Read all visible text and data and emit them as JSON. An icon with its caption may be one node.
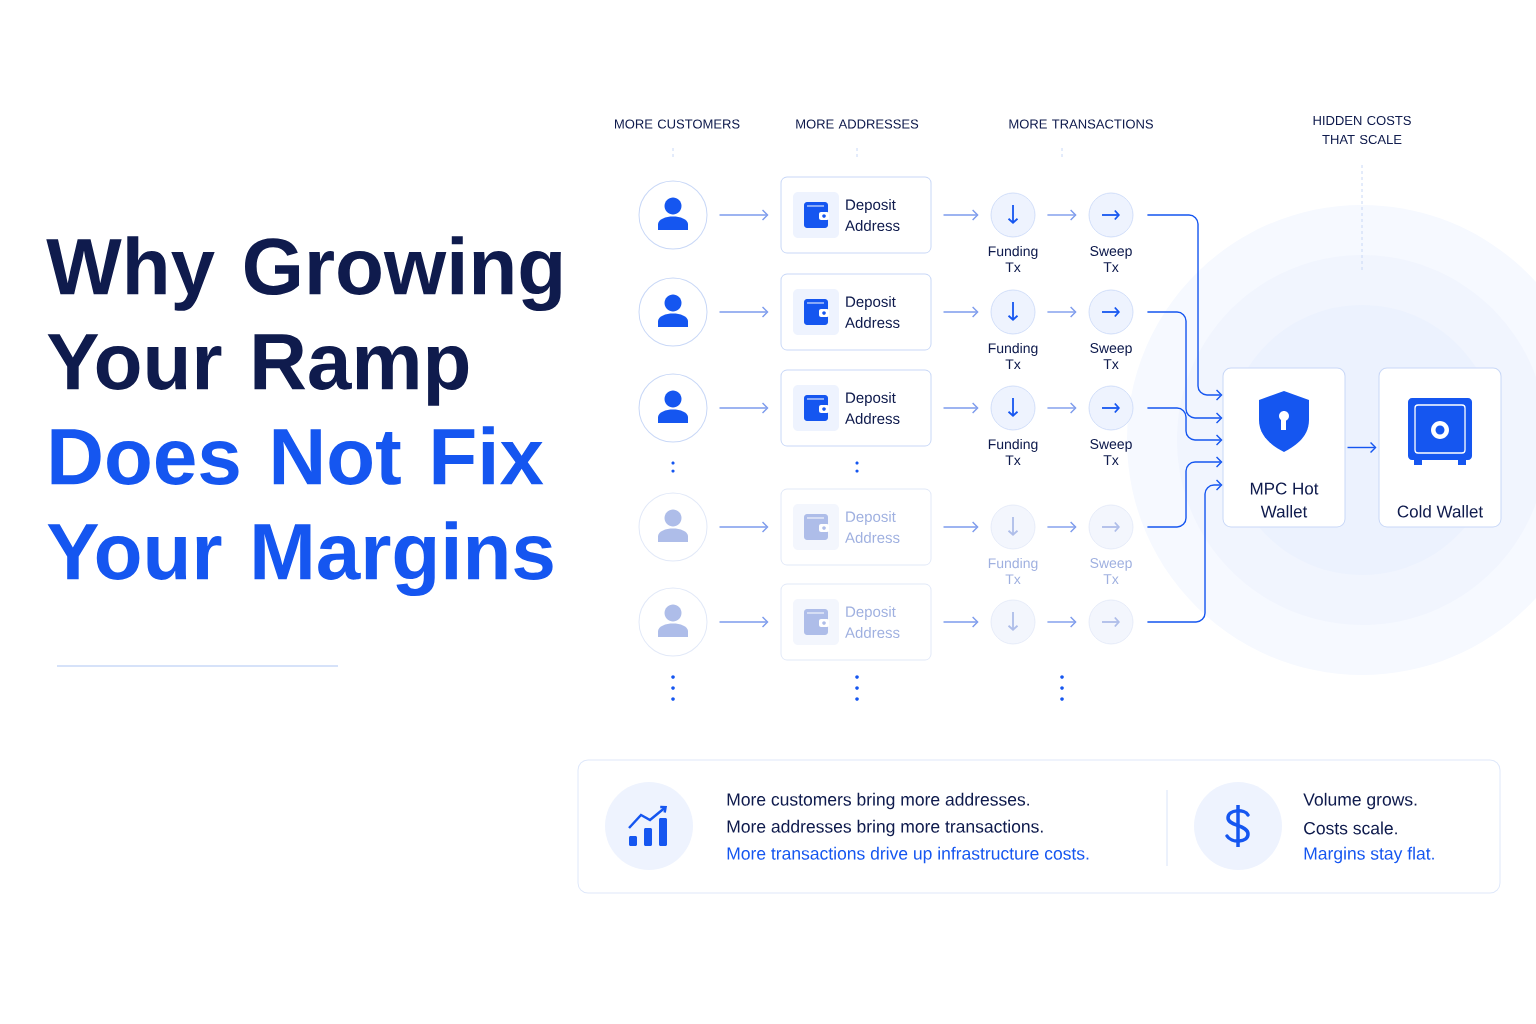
{
  "diagram": {
    "title": "Why Growing Your Ramp",
    "nodes": [
      {
        "text": [],
        "shape": "circle"
      },
      {
        "text": [
          "Deposit Address"
        ]
      },
      {
        "text": [],
        "shape": "circle",
        "beside": [
          "Funding Tx"
        ]
      },
      {
        "text": [],
        "shape": "circle",
        "beside": [
          "Sweep Tx"
        ]
      },
      {
        "text": [],
        "shape": "circle"
      },
      {
        "text": [
          "Deposit Address"
        ]
      },
      {
        "text": [],
        "shape": "circle",
        "beside": [
          "Funding Tx"
        ]
      },
      {
        "text": [],
        "shape": "circle",
        "beside": [
          "Sweep Tx"
        ]
      },
      {
        "text": [],
        "shape": "circle"
      },
      {
        "text": [
          "Deposit Address"
        ]
      },
      {
        "text": [],
        "shape": "circle",
        "beside": [
          "Funding Tx"
        ]
      },
      {
        "text": [],
        "shape": "circle",
        "beside": [
          "Sweep Tx"
        ]
      },
      {
        "text": [],
        "shape": "circle"
      },
      {
        "text": [
          "Deposit Address"
        ]
      },
      {
        "text": [],
        "shape": "circle",
        "beside": [
          "Funding Tx"
        ]
      },
      {
        "text": [],
        "shape": "circle",
        "beside": [
          "Sweep Tx"
        ]
      },
      {
        "text": [],
        "shape": "circle"
      },
      {
        "text": [
          "Deposit Address"
        ]
      },
      {
        "text": [],
        "shape": "circle"
      },
      {
        "text": [],
        "shape": "circle"
      },
      {
        "text": [
          "MPC Hot Wallet"
        ]
      },
      {
        "text": [
          "Cold Wallet"
        ]
      }
    ],
    "edges": [
      {
        "from": 0,
        "to": 1,
        "arrow": "to"
      },
      {
        "from": 1,
        "to": 2,
        "arrow": "to"
      },
      {
        "from": 2,
        "to": 3,
        "arrow": "to"
      },
      {
        "from": 4,
        "to": 5,
        "arrow": "to"
      },
      {
        "from": 5,
        "to": 6,
        "arrow": "to"
      },
      {
        "from": 6,
        "to": 7,
        "arrow": "to"
      },
      {
        "from": 8,
        "to": 9,
        "arrow": "to"
      },
      {
        "from": 9,
        "to": 10,
        "arrow": "to"
      },
      {
        "from": 10,
        "to": 11,
        "arrow": "to"
      },
      {
        "from": 12,
        "to": 13,
        "arrow": "to"
      },
      {
        "from": 13,
        "to": 14,
        "arrow": "to"
      },
      {
        "from": 14,
        "to": 15,
        "arrow": "to"
      },
      {
        "from": 16,
        "to": 17,
        "arrow": "to"
      },
      {
        "from": 17,
        "to": 18,
        "arrow": "to"
      },
      {
        "from": 18,
        "to": 19,
        "arrow": "to"
      },
      {
        "from": 3,
        "to": 20,
        "arrow": "to",
        "color": "#1556f0"
      },
      {
        "from": 7,
        "to": 20,
        "arrow": "to",
        "color": "#1556f0"
      },
      {
        "from": 11,
        "to": 20,
        "arrow": "to",
        "color": "#1556f0"
      },
      {
        "from": 15,
        "to": 20,
        "arrow": "to",
        "color": "#1556f0"
      },
      {
        "from": 19,
        "to": 20,
        "arrow": "to",
        "color": "#1556f0"
      },
      {
        "from": 20,
        "to": 21,
        "arrow": "to",
        "color": "#1556f0"
      }
    ],
    "labels": [
      "Does Not Fix Your Margins",
      "MORE CUSTOMERS",
      "MORE ADDRESSES",
      "MORE TRANSACTIONS",
      "HIDDEN COSTS THAT SCALE",
      "More customers bring more addresses.",
      "More addresses bring more transactions.",
      "More transactions drive up infrastructure costs.",
      "Volume grows.",
      "Costs scale.",
      "Margins stay flat."
    ]
  }
}
